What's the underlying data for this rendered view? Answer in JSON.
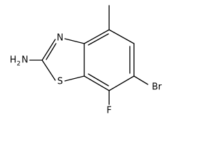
{
  "structure": {
    "atoms": {
      "amine_h2": "H",
      "amine_sub": "2",
      "amine_n": "N",
      "ring_n": "N",
      "sulfur": "S",
      "bromine": "Br",
      "fluorine": "F"
    }
  }
}
